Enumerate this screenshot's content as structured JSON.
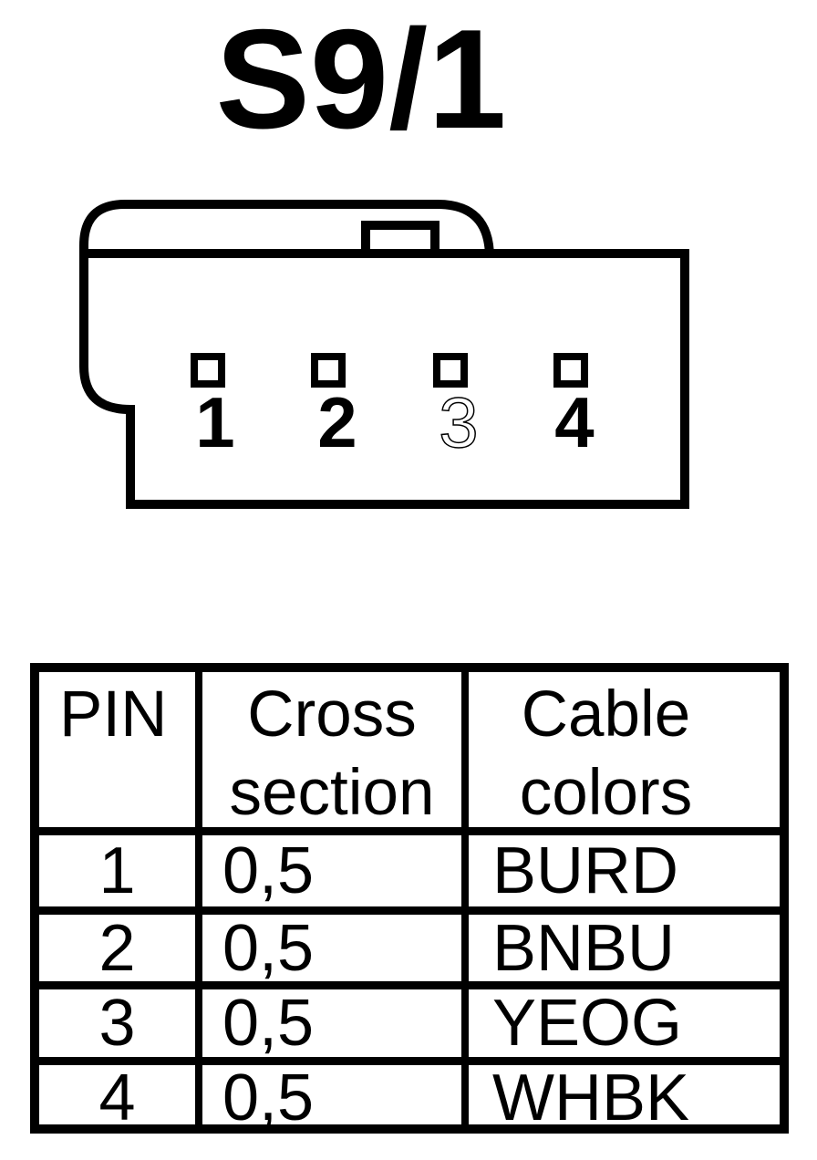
{
  "title": "S9/1",
  "colors": {
    "ink": "#000000",
    "paper": "#ffffff"
  },
  "connector": {
    "pins": [
      {
        "number": "1",
        "style": "bold"
      },
      {
        "number": "2",
        "style": "bold"
      },
      {
        "number": "3",
        "style": "outline"
      },
      {
        "number": "4",
        "style": "bold"
      }
    ]
  },
  "table": {
    "headers": [
      "PIN",
      "Cross section",
      "Cable colors"
    ],
    "rows": [
      {
        "pin": "1",
        "cross_section": "0,5",
        "cable_color": "BURD"
      },
      {
        "pin": "2",
        "cross_section": "0,5",
        "cable_color": "BNBU"
      },
      {
        "pin": "3",
        "cross_section": "0,5",
        "cable_color": "YEOG"
      },
      {
        "pin": "4",
        "cross_section": "0,5",
        "cable_color": "WHBK"
      }
    ]
  }
}
